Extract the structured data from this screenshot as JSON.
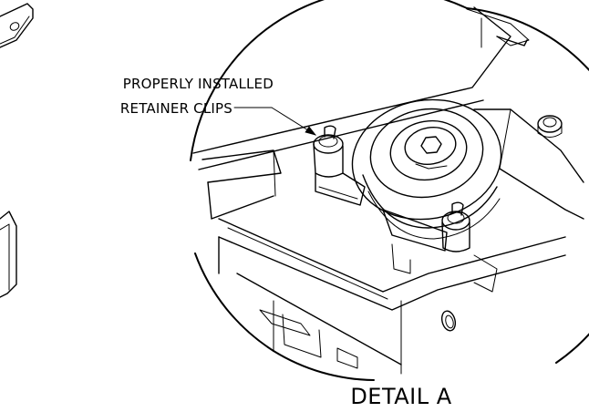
{
  "callout": {
    "line1": "PROPERLY INSTALLED",
    "line2": "RETAINER CLIPS"
  },
  "detail_label": "DETAIL A",
  "colors": {
    "ink": "#000000",
    "paper": "#ffffff"
  }
}
